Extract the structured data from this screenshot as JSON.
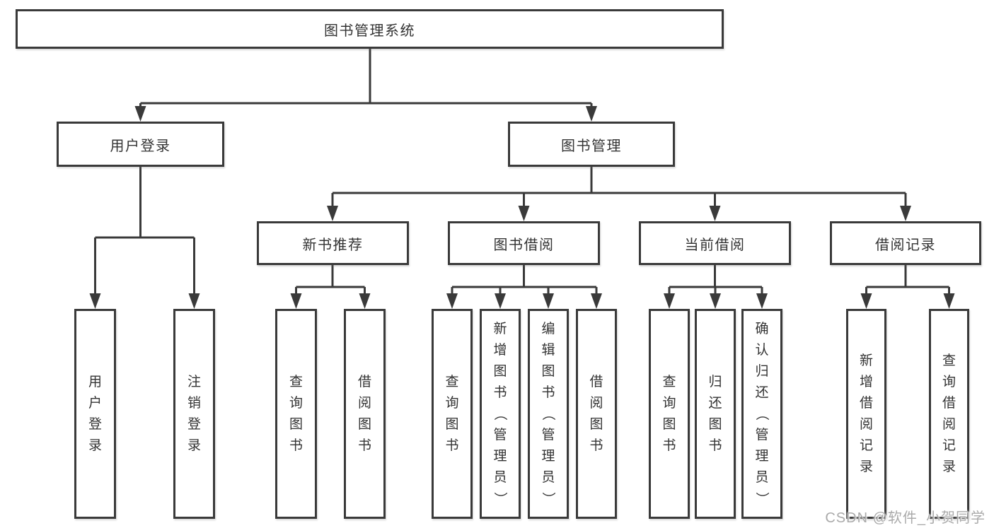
{
  "diagram_title": "图书管理系统",
  "tree": {
    "root": {
      "label": "图书管理系统"
    },
    "children": [
      {
        "label": "用户登录",
        "children": [
          {
            "label": "用户登录"
          },
          {
            "label": "注销登录"
          }
        ]
      },
      {
        "label": "图书管理",
        "children": [
          {
            "label": "新书推荐",
            "children": [
              {
                "label": "查询图书"
              },
              {
                "label": "借阅图书"
              }
            ]
          },
          {
            "label": "图书借阅",
            "children": [
              {
                "label": "查询图书"
              },
              {
                "label": "新增图书（管理员）"
              },
              {
                "label": "编辑图书（管理员）"
              },
              {
                "label": "借阅图书"
              }
            ]
          },
          {
            "label": "当前借阅",
            "children": [
              {
                "label": "查询图书"
              },
              {
                "label": "归还图书"
              },
              {
                "label": "确认归还（管理员）"
              }
            ]
          },
          {
            "label": "借阅记录",
            "children": [
              {
                "label": "新增借阅记录"
              },
              {
                "label": "查询借阅记录"
              }
            ]
          }
        ]
      }
    ]
  },
  "watermark": {
    "text": "CSDN @软件_小贺同学"
  },
  "colors": {
    "line": "#3a3a3a",
    "text": "#333333",
    "watermark": "#aaaaaa",
    "box_bg": "#ffffff",
    "page_bg": "#ffffff"
  }
}
